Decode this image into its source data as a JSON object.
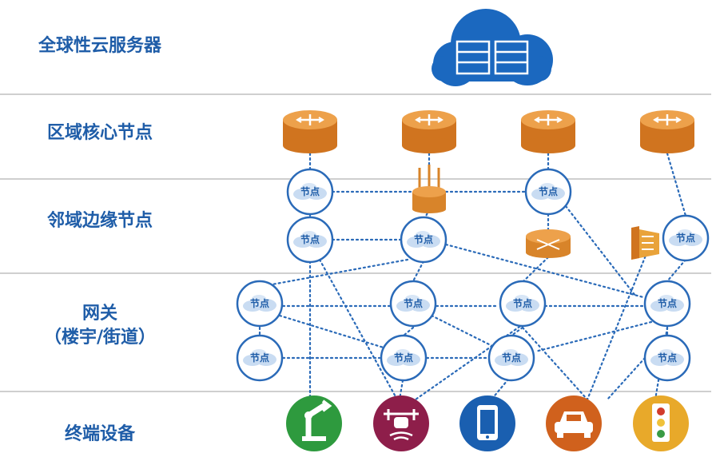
{
  "layers": [
    {
      "id": "cloud",
      "label": "全球性云服务器"
    },
    {
      "id": "core",
      "label": "区域核心节点"
    },
    {
      "id": "edge",
      "label": "邻域边缘节点"
    },
    {
      "id": "gateway",
      "label_line1": "网关",
      "label_line2": "（楼宇/街道）"
    },
    {
      "id": "terminal",
      "label": "终端设备"
    }
  ],
  "node_label": "节点",
  "terminal_devices": [
    {
      "name": "robot-arm",
      "color": "#2e9a3e"
    },
    {
      "name": "drone",
      "color": "#8e1e4a"
    },
    {
      "name": "smartphone",
      "color": "#1a5fb0"
    },
    {
      "name": "car",
      "color": "#d0611d"
    },
    {
      "name": "traffic-light",
      "color": "#e8a92a"
    }
  ],
  "colors": {
    "label_text": "#1f5da8",
    "cloud": "#1b68bf",
    "router": "#d8842a",
    "node_border": "#2a6ab8",
    "link": "#2a6ab8",
    "layer_divider": "#cfcfcf"
  }
}
